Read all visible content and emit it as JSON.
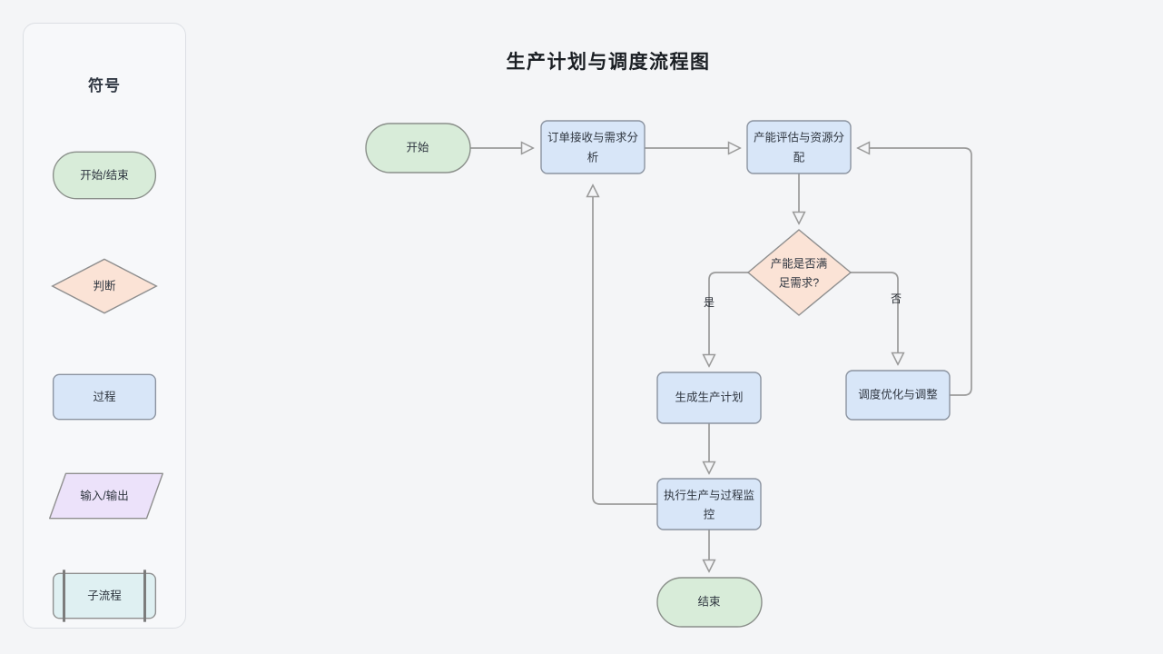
{
  "page": {
    "background": "#f4f5f7",
    "title": "生产计划与调度流程图"
  },
  "legend": {
    "title": "符号",
    "items": [
      {
        "label": "开始/结束",
        "shape": "stadium",
        "fill": "#d8ecd9",
        "stroke": "#8a8f8a"
      },
      {
        "label": "判断",
        "shape": "diamond",
        "fill": "#fbe3d6",
        "stroke": "#8f8f8f"
      },
      {
        "label": "过程",
        "shape": "rounded-rect",
        "fill": "#d8e6f8",
        "stroke": "#8b93a0"
      },
      {
        "label": "输入/输出",
        "shape": "parallelogram",
        "fill": "#ece2fa",
        "stroke": "#8f8f8f"
      },
      {
        "label": "子流程",
        "shape": "subprocess",
        "fill": "#dff0f2",
        "stroke": "#8f8f8f"
      }
    ]
  },
  "flowchart": {
    "edge_color": "#9a9a9a",
    "nodes": [
      {
        "id": "start",
        "label": "开始",
        "type": "stadium",
        "fill": "#d8ecd9",
        "stroke": "#8a8f8a"
      },
      {
        "id": "order",
        "label": "订单接收与需求分析",
        "type": "process",
        "fill": "#d8e6f8",
        "stroke": "#8b93a0"
      },
      {
        "id": "capacity",
        "label": "产能评估与资源分配",
        "type": "process",
        "fill": "#d8e6f8",
        "stroke": "#8b93a0"
      },
      {
        "id": "decide",
        "label": "产能是否满足需求?",
        "type": "decision",
        "fill": "#fbe3d6",
        "stroke": "#8f8f8f"
      },
      {
        "id": "plan",
        "label": "生成生产计划",
        "type": "process",
        "fill": "#d8e6f8",
        "stroke": "#8b93a0"
      },
      {
        "id": "adjust",
        "label": "调度优化与调整",
        "type": "process",
        "fill": "#d8e6f8",
        "stroke": "#8b93a0"
      },
      {
        "id": "execute",
        "label": "执行生产与过程监控",
        "type": "process",
        "fill": "#d8e6f8",
        "stroke": "#8b93a0"
      },
      {
        "id": "end",
        "label": "结束",
        "type": "stadium",
        "fill": "#d8ecd9",
        "stroke": "#8a8f8a"
      }
    ],
    "edge_labels": {
      "yes": "是",
      "no": "否"
    },
    "edges": [
      {
        "from": "start",
        "to": "order",
        "label": ""
      },
      {
        "from": "order",
        "to": "capacity",
        "label": ""
      },
      {
        "from": "capacity",
        "to": "decide",
        "label": ""
      },
      {
        "from": "decide",
        "to": "plan",
        "label": "是"
      },
      {
        "from": "decide",
        "to": "adjust",
        "label": "否"
      },
      {
        "from": "plan",
        "to": "execute",
        "label": ""
      },
      {
        "from": "adjust",
        "to": "capacity",
        "label": ""
      },
      {
        "from": "execute",
        "to": "order",
        "label": ""
      },
      {
        "from": "execute",
        "to": "end",
        "label": ""
      }
    ]
  },
  "node_text_lines": {
    "start": [
      "开始"
    ],
    "order": [
      "订单接收与需求分",
      "析"
    ],
    "capacity": [
      "产能评估与资源分",
      "配"
    ],
    "decide": [
      "产能是否满",
      "足需求?"
    ],
    "plan": [
      "生成生产计划"
    ],
    "adjust": [
      "调度优化与调整"
    ],
    "execute": [
      "执行生产与过程监",
      "控"
    ],
    "end": [
      "结束"
    ]
  }
}
